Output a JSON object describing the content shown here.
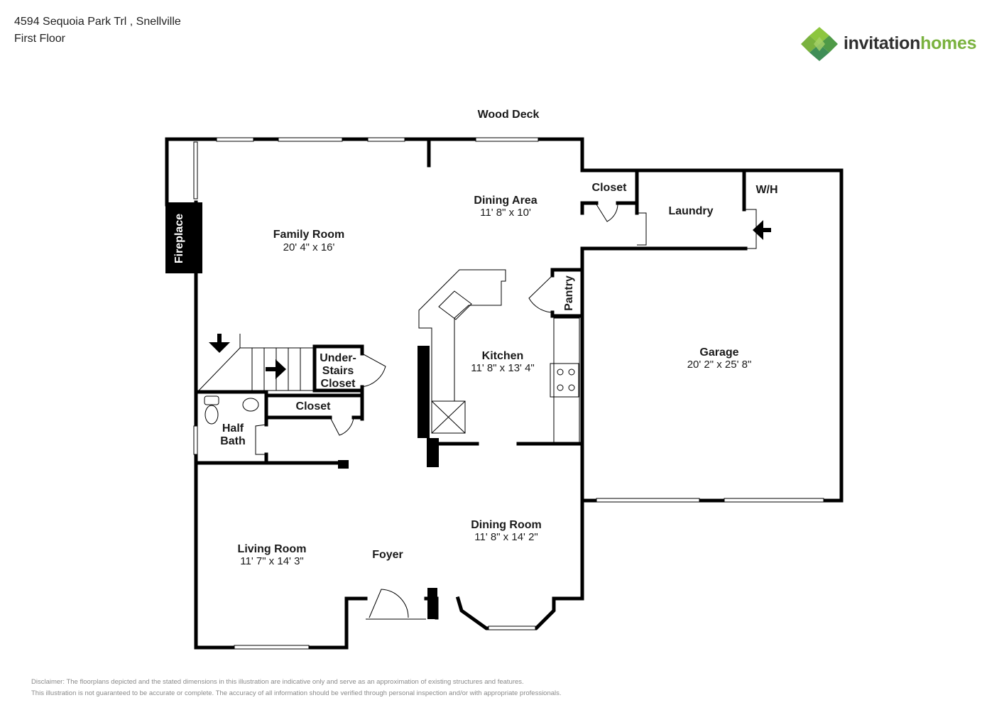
{
  "header": {
    "address": "4594 Sequoia Park Trl , Snellville",
    "floor": "First Floor"
  },
  "logo": {
    "word1": "invitation",
    "word2": "homes",
    "icon": "diamond-cluster-logo-icon",
    "colors": [
      "#7ab23f",
      "#4f9a47",
      "#8dc63f",
      "#3f8e57"
    ]
  },
  "labels": {
    "wood_deck": "Wood Deck",
    "dining_area": {
      "name": "Dining Area",
      "dim": "11' 8\" x 10'"
    },
    "family_room": {
      "name": "Family Room",
      "dim": "20' 4\" x 16'"
    },
    "fireplace": "Fireplace",
    "closet_top": "Closet",
    "laundry": "Laundry",
    "wh": "W/H",
    "pantry": "Pantry",
    "kitchen": {
      "name": "Kitchen",
      "dim": "11' 8\" x 13' 4\""
    },
    "garage": {
      "name": "Garage",
      "dim": "20' 2\" x 25' 8\""
    },
    "under_stairs": [
      "Under-",
      "Stairs",
      "Closet"
    ],
    "closet_mid": "Closet",
    "half_bath": [
      "Half",
      "Bath"
    ],
    "living_room": {
      "name": "Living Room",
      "dim": "11' 7\" x 14' 3\""
    },
    "foyer": "Foyer",
    "dining_room": {
      "name": "Dining Room",
      "dim": "11' 8\" x 14' 2\""
    }
  },
  "disclaimer": {
    "line1": "Disclaimer: The floorplans depicted and the stated dimensions in this illustration are indicative only and serve as an approximation of existing structures and features.",
    "line2": "This illustration is not guaranteed to be accurate or complete. The accuracy of all information should be verified through personal inspection and/or with appropriate professionals."
  }
}
